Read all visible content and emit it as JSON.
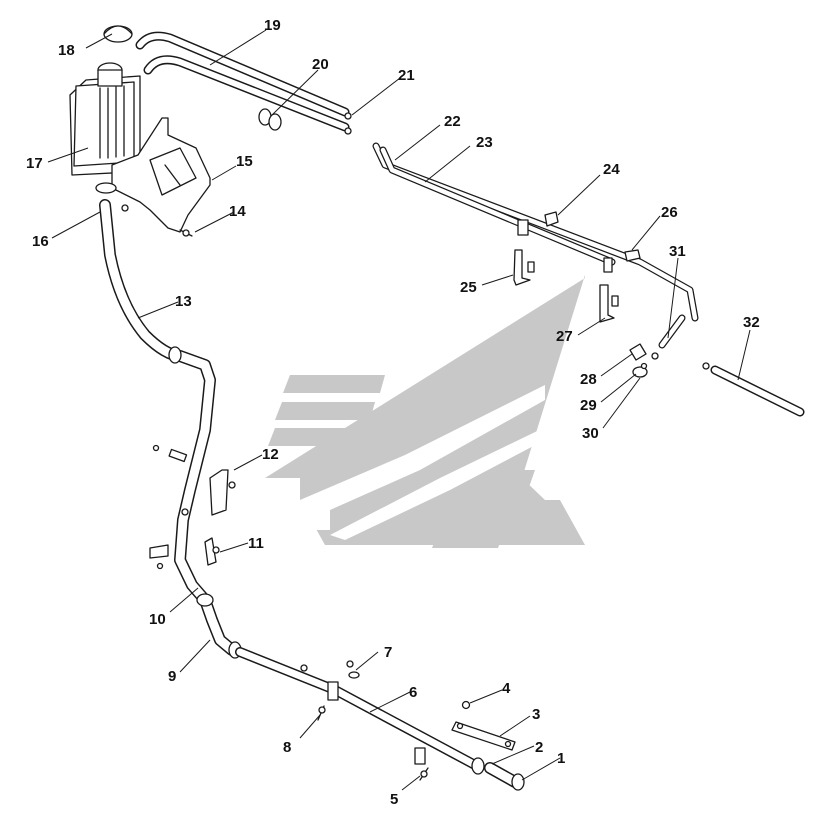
{
  "callouts": [
    {
      "id": "1",
      "label": "1"
    },
    {
      "id": "2",
      "label": "2"
    },
    {
      "id": "3",
      "label": "3"
    },
    {
      "id": "4",
      "label": "4"
    },
    {
      "id": "5",
      "label": "5"
    },
    {
      "id": "6",
      "label": "6"
    },
    {
      "id": "7",
      "label": "7"
    },
    {
      "id": "8",
      "label": "8"
    },
    {
      "id": "9",
      "label": "9"
    },
    {
      "id": "10",
      "label": "10"
    },
    {
      "id": "11",
      "label": "11"
    },
    {
      "id": "12",
      "label": "12"
    },
    {
      "id": "13",
      "label": "13"
    },
    {
      "id": "14",
      "label": "14"
    },
    {
      "id": "15",
      "label": "15"
    },
    {
      "id": "16",
      "label": "16"
    },
    {
      "id": "17",
      "label": "17"
    },
    {
      "id": "18",
      "label": "18"
    },
    {
      "id": "19",
      "label": "19"
    },
    {
      "id": "20",
      "label": "20"
    },
    {
      "id": "21",
      "label": "21"
    },
    {
      "id": "22",
      "label": "22"
    },
    {
      "id": "23",
      "label": "23"
    },
    {
      "id": "24",
      "label": "24"
    },
    {
      "id": "25",
      "label": "25"
    },
    {
      "id": "26",
      "label": "26"
    },
    {
      "id": "27",
      "label": "27"
    },
    {
      "id": "28",
      "label": "28"
    },
    {
      "id": "29",
      "label": "29"
    },
    {
      "id": "30",
      "label": "30"
    },
    {
      "id": "31",
      "label": "31"
    },
    {
      "id": "32",
      "label": "32"
    }
  ],
  "colors": {
    "line": "#1a1a1a",
    "watermark": "#c8c8c8",
    "background": "#ffffff"
  }
}
